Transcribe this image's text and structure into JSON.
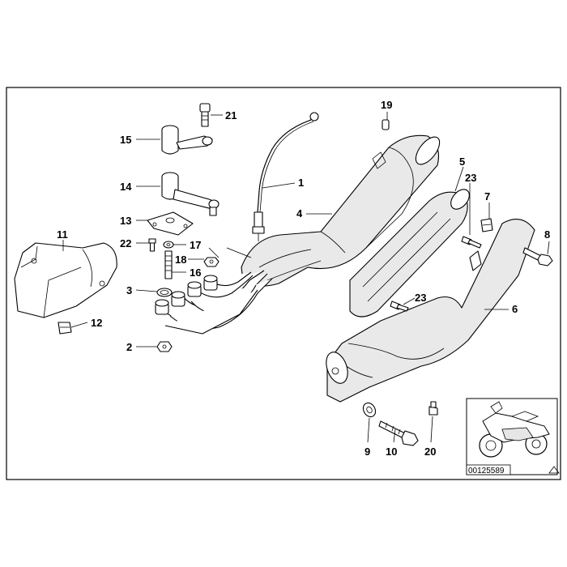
{
  "diagram": {
    "document_id": "00125589",
    "callouts": [
      {
        "id": "1",
        "label": "1"
      },
      {
        "id": "2",
        "label": "2"
      },
      {
        "id": "3",
        "label": "3"
      },
      {
        "id": "4",
        "label": "4"
      },
      {
        "id": "5",
        "label": "5"
      },
      {
        "id": "6",
        "label": "6"
      },
      {
        "id": "7",
        "label": "7"
      },
      {
        "id": "8",
        "label": "8"
      },
      {
        "id": "9",
        "label": "9"
      },
      {
        "id": "10",
        "label": "10"
      },
      {
        "id": "11",
        "label": "11"
      },
      {
        "id": "12",
        "label": "12"
      },
      {
        "id": "13",
        "label": "13"
      },
      {
        "id": "14",
        "label": "14"
      },
      {
        "id": "15",
        "label": "15"
      },
      {
        "id": "16",
        "label": "16"
      },
      {
        "id": "17",
        "label": "17"
      },
      {
        "id": "18",
        "label": "18"
      },
      {
        "id": "19",
        "label": "19"
      },
      {
        "id": "20",
        "label": "20"
      },
      {
        "id": "21",
        "label": "21"
      },
      {
        "id": "22",
        "label": "22"
      },
      {
        "id": "23a",
        "label": "23"
      },
      {
        "id": "23b",
        "label": "23"
      }
    ],
    "icons": {
      "motorcycle_thumbnail": "motorcycle-icon",
      "corner_marker": "triangle-icon"
    }
  }
}
